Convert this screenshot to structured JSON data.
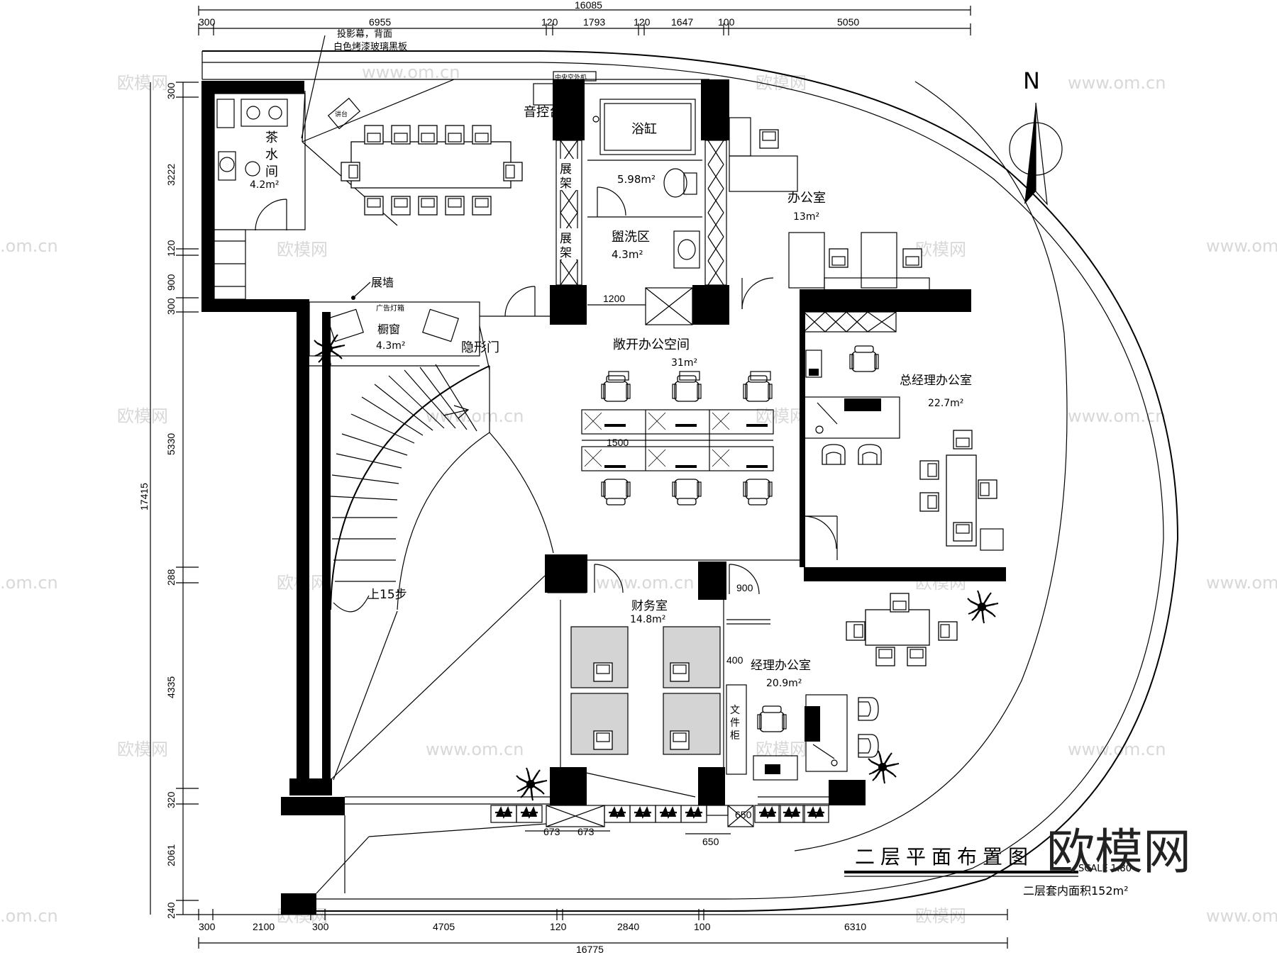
{
  "title": "二层平面布置图",
  "scale": "SCALE 1:80",
  "area_note": "二层套内面积152m²",
  "brand": "欧模网",
  "watermark_text": "欧模网",
  "watermark_url": "www.om.cn",
  "watermark_short": ".om.cn",
  "north": "N",
  "top_dims": {
    "total": "16085",
    "parts": [
      "300",
      "6955",
      "120",
      "1793",
      "120",
      "1647",
      "100",
      "5050"
    ]
  },
  "bottom_dims": {
    "total": "16775",
    "parts": [
      "300",
      "2100",
      "300",
      "4705",
      "120",
      "2840",
      "100",
      "6310"
    ]
  },
  "left_dims": {
    "total": "17415",
    "parts": [
      "300",
      "3222",
      "120",
      "900",
      "300",
      "5330",
      "288",
      "4335",
      "320",
      "2061",
      "240"
    ]
  },
  "inner_dims": {
    "d1200": "1200",
    "d1500": "1500",
    "d900": "900",
    "d400": "400",
    "d650a": "650",
    "d650b": "650",
    "d673a": "673",
    "d673b": "673"
  },
  "notes": {
    "projection1": "投影幕，背面",
    "projection2": "白色烤漆玻璃黑板",
    "ac": "中央空外机",
    "audio": "音控台",
    "display_wall": "展墙",
    "ad_light": "广告灯箱",
    "hidden_door": "隐形门",
    "stairs": "上15步",
    "lectern": "讲台"
  },
  "rooms": {
    "tea": {
      "c1": "茶",
      "c2": "水",
      "c3": "间",
      "area": "4.2m²"
    },
    "bath": {
      "name": "浴缸",
      "area": "5.98m²"
    },
    "shelf": {
      "c1": "展",
      "c2": "架",
      "c3": "展",
      "c4": "架"
    },
    "wash": {
      "name": "盥洗区",
      "area": "4.3m²"
    },
    "office": {
      "name": "办公室",
      "area": "13m²"
    },
    "window": {
      "name": "橱窗",
      "area": "4.3m²"
    },
    "open_office": {
      "name": "敞开办公空间",
      "area": "31m²"
    },
    "gm": {
      "name": "总经理办公室",
      "area": "22.7m²"
    },
    "finance": {
      "name": "财务室",
      "area": "14.8m²"
    },
    "manager": {
      "name": "经理办公室",
      "area": "20.9m²"
    },
    "cabinet": {
      "c1": "文",
      "c2": "件",
      "c3": "柜"
    }
  }
}
